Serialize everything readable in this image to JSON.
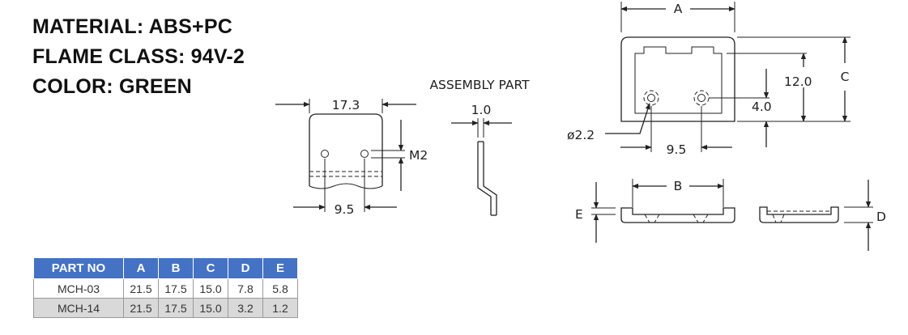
{
  "specs": {
    "material": "MATERIAL: ABS+PC",
    "flame": "FLAME CLASS: 94V-2",
    "color": "COLOR: GREEN"
  },
  "labels": {
    "front_width": "17.3",
    "screw": "M2",
    "front_spacing": "9.5",
    "assembly": "ASSEMBLY PART",
    "thickness": "1.0",
    "dim_a": "A",
    "dim_c": "C",
    "height_12": "12.0",
    "height_4": "4.0",
    "hole_dia": "ø2.2",
    "top_spacing": "9.5",
    "dim_b": "B",
    "dim_e": "E",
    "dim_d": "D"
  },
  "table": {
    "headers": [
      "PART NO",
      "A",
      "B",
      "C",
      "D",
      "E"
    ],
    "rows": [
      [
        "MCH-03",
        "21.5",
        "17.5",
        "15.0",
        "7.8",
        "5.8"
      ],
      [
        "MCH-14",
        "21.5",
        "17.5",
        "15.0",
        "3.2",
        "1.2"
      ]
    ]
  }
}
